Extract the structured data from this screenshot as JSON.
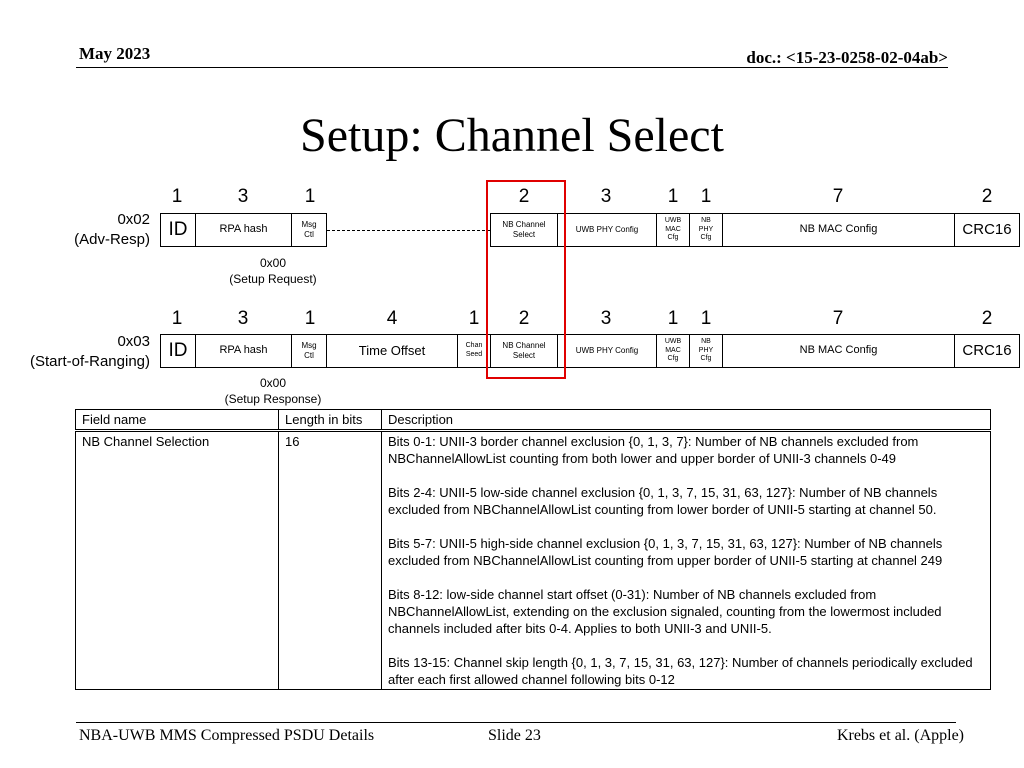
{
  "header": {
    "date": "May 2023",
    "doc": "doc.: <15-23-0258-02-04ab>"
  },
  "title": "Setup: Channel Select",
  "frame1": {
    "label_line1": "0x02",
    "label_line2": "(Adv-Resp)",
    "lengths": [
      "1",
      "3",
      "1",
      "2",
      "3",
      "1",
      "1",
      "7",
      "2"
    ],
    "fields": {
      "id": "ID",
      "rpa": "RPA hash",
      "msg_line1": "Msg",
      "msg_line2": "Ctl",
      "nbch_line1": "NB Channel",
      "nbch_line2": "Select",
      "uwbphy": "UWB PHY Config",
      "uwbmac_line1": "UWB",
      "uwbmac_line2": "MAC",
      "uwbmac_line3": "Cfg",
      "nbphy_line1": "NB",
      "nbphy_line2": "PHY",
      "nbphy_line3": "Cfg",
      "nbmac": "NB MAC Config",
      "crc": "CRC16"
    },
    "note_line1": "0x00",
    "note_line2": "(Setup Request)"
  },
  "frame2": {
    "label_line1": "0x03",
    "label_line2": "(Start-of-Ranging)",
    "lengths": [
      "1",
      "3",
      "1",
      "4",
      "1",
      "2",
      "3",
      "1",
      "1",
      "7",
      "2"
    ],
    "fields": {
      "id": "ID",
      "rpa": "RPA hash",
      "msg_line1": "Msg",
      "msg_line2": "Ctl",
      "timeoffset": "Time Offset",
      "chanseed_line1": "Chan",
      "chanseed_line2": "Seed",
      "nbch_line1": "NB Channel",
      "nbch_line2": "Select",
      "uwbphy": "UWB PHY Config",
      "uwbmac_line1": "UWB",
      "uwbmac_line2": "MAC",
      "uwbmac_line3": "Cfg",
      "nbphy_line1": "NB",
      "nbphy_line2": "PHY",
      "nbphy_line3": "Cfg",
      "nbmac": "NB MAC Config",
      "crc": "CRC16"
    },
    "note_line1": "0x00",
    "note_line2": "(Setup Response)"
  },
  "table": {
    "headers": [
      "Field name",
      "Length in bits",
      "Description"
    ],
    "row": {
      "field": "NB Channel Selection",
      "length": "16",
      "paragraphs": [
        "Bits 0-1: UNII-3 border channel exclusion {0, 1, 3, 7}: Number of NB channels excluded from NBChannelAllowList counting from both lower and upper border of UNII-3 channels 0-49",
        "Bits 2-4: UNII-5 low-side channel exclusion {0, 1, 3, 7, 15, 31, 63, 127}: Number of NB channels excluded from NBChannelAllowList counting from lower border of UNII-5 starting at channel 50.",
        "Bits 5-7: UNII-5 high-side channel exclusion {0, 1, 3, 7, 15, 31, 63, 127}: Number of NB channels excluded from NBChannelAllowList counting from upper border of UNII-5 starting at channel 249",
        "Bits 8-12: low-side channel start offset (0-31): Number of NB channels excluded from NBChannelAllowList, extending on the exclusion signaled, counting from the lowermost included channels included after bits 0-4. Applies to both UNII-3 and UNII-5.",
        "Bits 13-15: Channel skip length {0, 1, 3, 7, 15, 31, 63, 127}: Number of channels periodically excluded after each first allowed channel following bits 0-12"
      ]
    }
  },
  "footer": {
    "left": "NBA-UWB MMS Compressed PSDU Details",
    "center": "Slide 23",
    "right": "Krebs et al. (Apple)"
  }
}
